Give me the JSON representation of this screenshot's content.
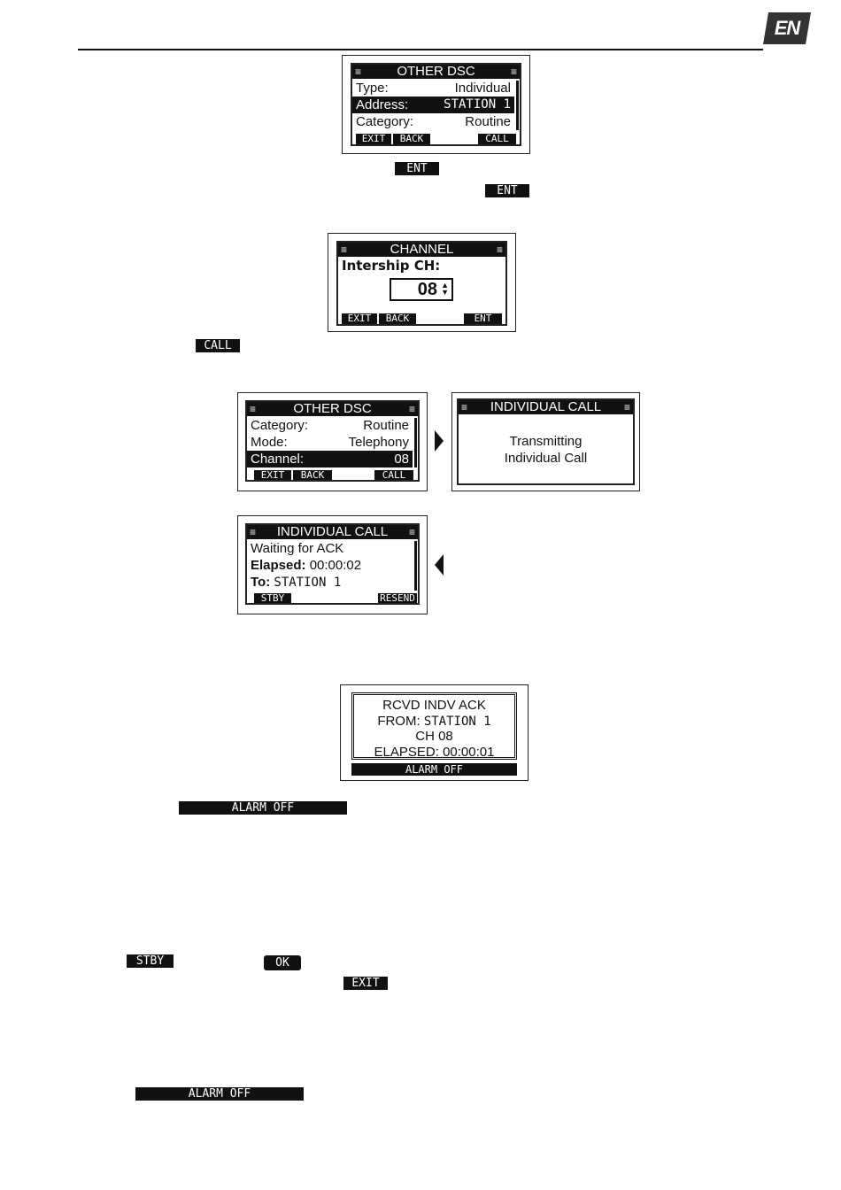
{
  "page": {
    "language_tag": "EN"
  },
  "screen1": {
    "title": "OTHER DSC",
    "rows": [
      {
        "label": "Type:",
        "value": "Individual"
      },
      {
        "label": "Address:",
        "value": "STATION 1"
      },
      {
        "label": "Category:",
        "value": "Routine"
      }
    ],
    "keys": [
      "EXIT",
      "BACK",
      "CALL"
    ]
  },
  "inline1": {
    "ent1": "ENT",
    "ent2": "ENT"
  },
  "screen2": {
    "title": "CHANNEL",
    "label": "Intership CH:",
    "value": "08",
    "keys": [
      "EXIT",
      "BACK",
      "ENT"
    ]
  },
  "inline2": {
    "call": "CALL"
  },
  "screen3": {
    "title": "OTHER DSC",
    "rows": [
      {
        "label": "Category:",
        "value": "Routine"
      },
      {
        "label": "Mode:",
        "value": "Telephony"
      },
      {
        "label": "Channel:",
        "value": "08"
      }
    ],
    "keys": [
      "EXIT",
      "BACK",
      "CALL"
    ]
  },
  "screen4": {
    "title": "INDIVIDUAL CALL",
    "line1": "Transmitting",
    "line2": "Individual Call"
  },
  "screen5": {
    "title": "INDIVIDUAL CALL",
    "line1": "Waiting for ACK",
    "elapsed_label": "Elapsed:",
    "elapsed_value": "00:00:02",
    "to_label": "To:",
    "to_value": "STATION 1",
    "keys": [
      "STBY",
      "RESEND"
    ]
  },
  "screen6": {
    "line1": "RCVD INDV ACK",
    "from_label": "FROM:",
    "from_value": "STATION 1",
    "line3": "CH 08",
    "line4": "ELAPSED: 00:00:01",
    "key": "ALARM OFF"
  },
  "inline3": {
    "alarm_off": "ALARM OFF"
  },
  "inline4": {
    "stby": "STBY",
    "ok": "OK",
    "exit": "EXIT"
  },
  "inline5": {
    "alarm_off": "ALARM OFF"
  }
}
